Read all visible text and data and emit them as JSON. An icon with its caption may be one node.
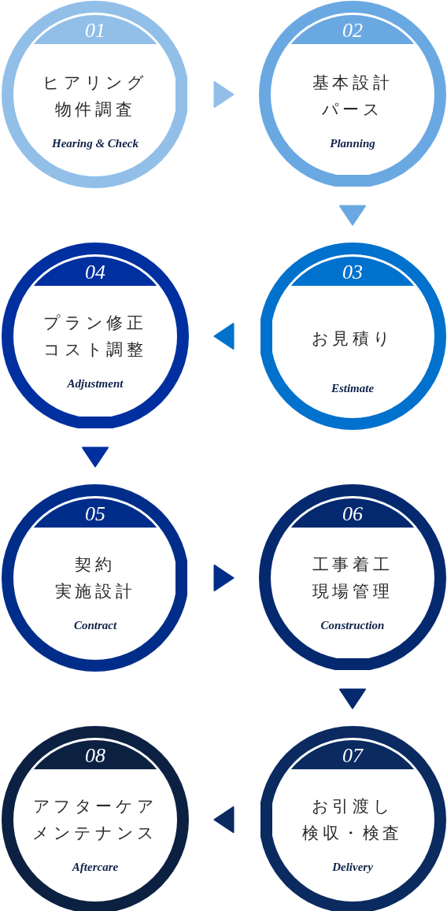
{
  "diagram": {
    "nodes": [
      {
        "text": [
          "01",
          "ヒアリング物件調査",
          "Hearing & Check"
        ]
      },
      {
        "text": [
          "02",
          "基本設計パース",
          "Planning"
        ]
      },
      {
        "text": [
          "03",
          "お見積り",
          "Estimate"
        ]
      },
      {
        "text": [
          "04",
          "プラン修正コスト調整",
          "Adjustment"
        ]
      },
      {
        "text": [
          "05",
          "契約実施設計",
          "Contract"
        ]
      },
      {
        "text": [
          "06",
          "工事着工現場管理",
          "Construction"
        ]
      },
      {
        "text": [
          "07",
          "お引渡し検収・検査",
          "Delivery"
        ]
      },
      {
        "text": [
          "08",
          "アフターケアメンテナンス",
          "Aftercare"
        ]
      }
    ],
    "edges": [
      {
        "from": 0,
        "to": 1,
        "arrow": "to"
      },
      {
        "from": 1,
        "to": 2,
        "arrow": "to"
      },
      {
        "from": 2,
        "to": 3,
        "arrow": "to"
      },
      {
        "from": 3,
        "to": 4,
        "arrow": "to"
      },
      {
        "from": 4,
        "to": 5,
        "arrow": "to"
      },
      {
        "from": 5,
        "to": 6,
        "arrow": "to"
      },
      {
        "from": 6,
        "to": 7,
        "arrow": "to"
      }
    ]
  }
}
